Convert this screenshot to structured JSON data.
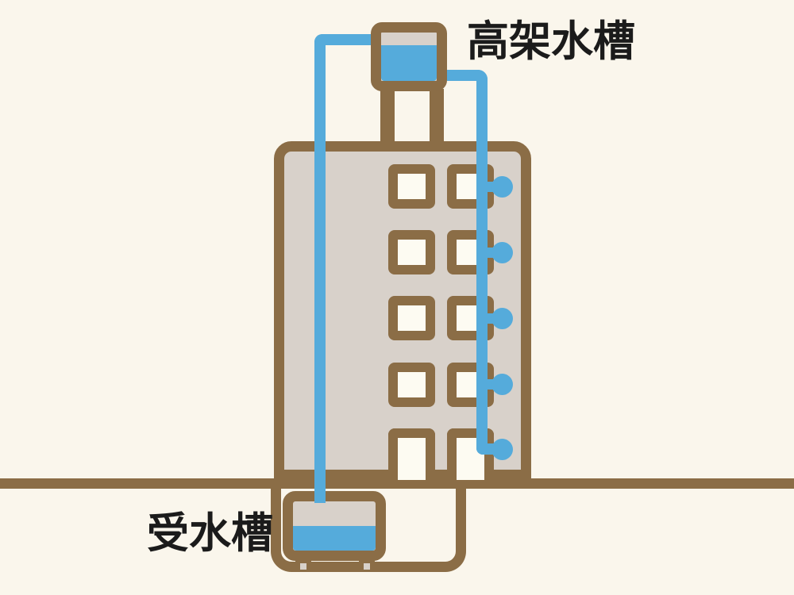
{
  "labels": {
    "elevated_tank": "高架水槽",
    "receiving_tank": "受水槽"
  },
  "diagram": {
    "type": "building-water-supply-system",
    "floors": 5,
    "window_rows": 4,
    "window_columns": 2,
    "ground_floor_doors": 2,
    "faucet_count": 5,
    "elevated_tank_water_level_percent": 74,
    "receiving_tank_water_level_percent": 50,
    "colors": {
      "background": "#faf6ec",
      "outline_brown": "#8b6d46",
      "building_fill": "#d8d1ca",
      "window_fill": "#fdfbf2",
      "water_blue": "#55abdb",
      "label_text": "#1b1b1b"
    }
  }
}
